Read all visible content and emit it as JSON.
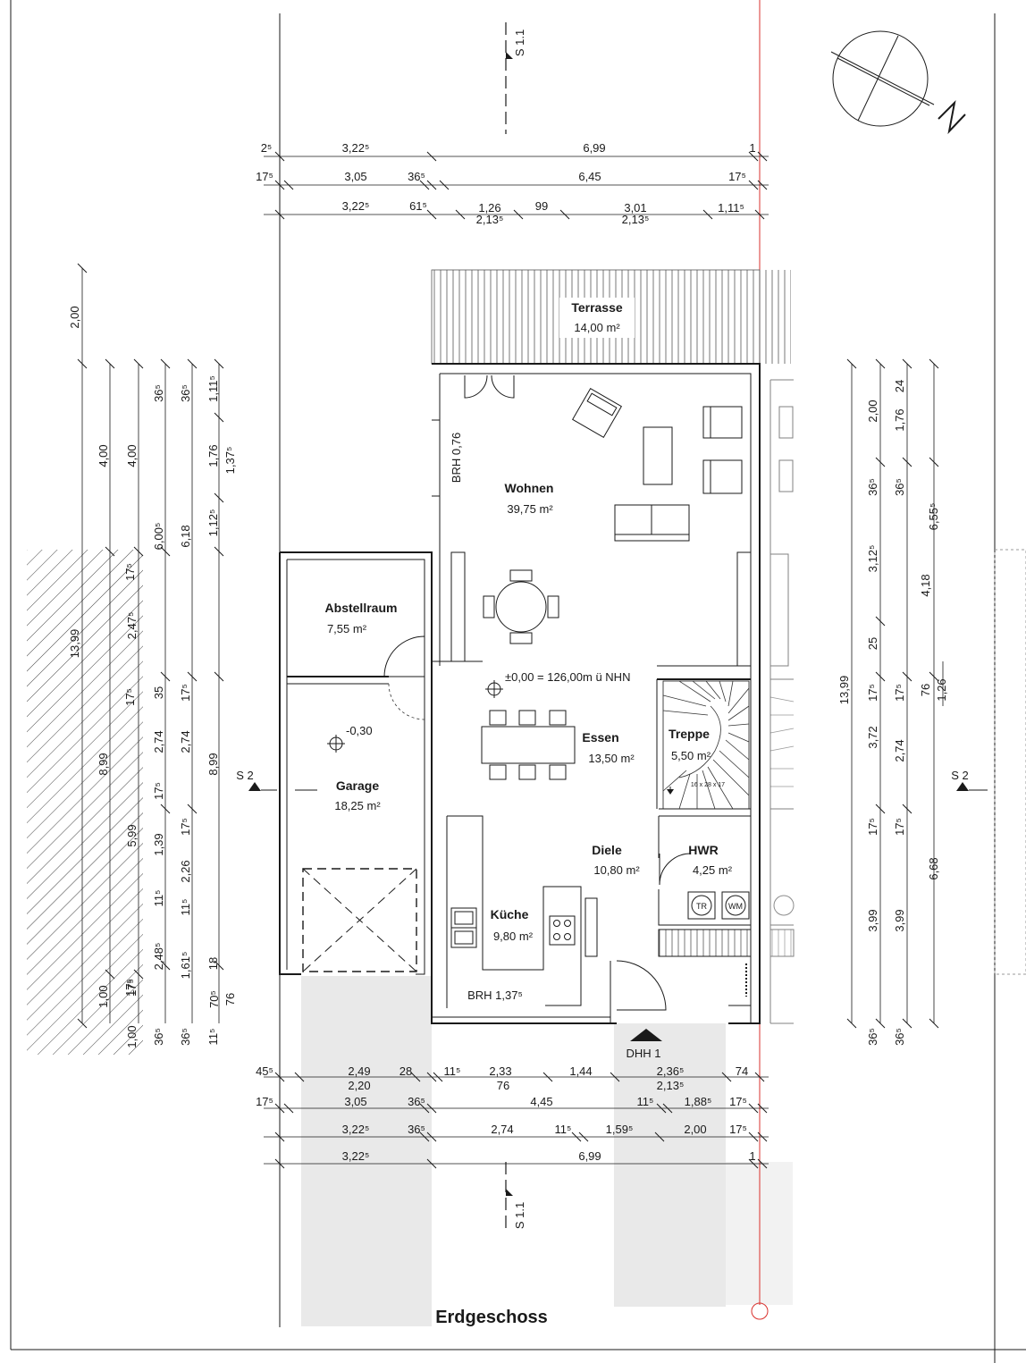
{
  "title": "Erdgeschoss",
  "rooms": {
    "terrasse": {
      "name": "Terrasse",
      "area": "14,00 m²"
    },
    "wohnen": {
      "name": "Wohnen",
      "area": "39,75 m²"
    },
    "abstellraum": {
      "name": "Abstellraum",
      "area": "7,55 m²"
    },
    "garage": {
      "name": "Garage",
      "area": "18,25 m²"
    },
    "essen": {
      "name": "Essen",
      "area": "13,50 m²"
    },
    "treppe": {
      "name": "Treppe",
      "area": "5,50 m²"
    },
    "diele": {
      "name": "Diele",
      "area": "10,80 m²"
    },
    "hwr": {
      "name": "HWR",
      "area": "4,25 m²"
    },
    "kueche": {
      "name": "Küche",
      "area": "9,80 m²"
    }
  },
  "annotations": {
    "level": "±0,00 = 126,00m ü NHN",
    "garage_level": "-0,30",
    "brh_wohnen": "BRH 0,76",
    "brh_kueche": "BRH 1,37⁵",
    "entrance": "DHH 1",
    "stair_spec": "16 x 28 x 17",
    "section_s11": "S 1.1",
    "section_s2": "S 2",
    "washer_tr": "TR",
    "washer_wm": "WM"
  },
  "dimensions": {
    "top_row1": [
      "2⁵",
      "3,22⁵",
      "6,99",
      "1"
    ],
    "top_row2": [
      "17⁵",
      "3,05",
      "36⁵",
      "6,45",
      "17⁵"
    ],
    "top_row3": [
      "3,22⁵",
      "61⁵",
      "1,26",
      "99",
      "3,01",
      "1,11⁵"
    ],
    "top_row3_sub": [
      "2,13⁵",
      "2,13⁵"
    ],
    "bottom_row1": [
      "45⁵",
      "2,49",
      "28",
      "11⁵",
      "2,33",
      "1,44",
      "2,36⁵",
      "74"
    ],
    "bottom_row1_sub": [
      "2,20",
      "76",
      "2,13⁵"
    ],
    "bottom_row2": [
      "17⁵",
      "3,05",
      "36⁵",
      "4,45",
      "11⁵",
      "1,88⁵",
      "17⁵"
    ],
    "bottom_row3": [
      "3,22⁵",
      "36⁵",
      "2,74",
      "11⁵",
      "1,59⁵",
      "2,00",
      "17⁵"
    ],
    "bottom_row4": [
      "3,22⁵",
      "6,99",
      "1"
    ],
    "left_col1": [
      "2,00",
      "13,99",
      "1,00"
    ],
    "left_col2": [
      "4,00",
      "8,99",
      "1,00"
    ],
    "left_col3": [
      "4,00",
      "5,99",
      "17⁵"
    ],
    "left_col4": [
      "36⁵",
      "6,00⁵",
      "17⁵",
      "2,47⁵",
      "17⁵",
      "2,74",
      "17⁵",
      "1,39",
      "11⁵",
      "2,48⁵",
      "17⁵",
      "36⁵"
    ],
    "left_col5": [
      "36⁵",
      "6,18",
      "35",
      "2,74",
      "17⁵",
      "2,26",
      "11⁵",
      "1,61⁵",
      "70⁵",
      "36⁵"
    ],
    "left_col6": [
      "1,11⁵",
      "1,76",
      "1,12⁵",
      "17⁵",
      "8,99",
      "18",
      "11⁵"
    ],
    "left_col7": [
      "1,37⁵",
      "76"
    ],
    "right_col1": [
      "13,99"
    ],
    "right_col2": [
      "2,00",
      "36⁵",
      "3,12⁵",
      "25",
      "17⁵",
      "3,72",
      "17⁵",
      "3,99",
      "36⁵"
    ],
    "right_col3": [
      "1,76",
      "36⁵",
      "4,18",
      "17⁵",
      "2,74",
      "17⁵",
      "3,99",
      "36⁵"
    ],
    "right_col4": [
      "24",
      "6,55⁵",
      "76",
      "6,68"
    ],
    "right_col5": [
      "1,26"
    ]
  },
  "colors": {
    "line": "#1a1a1a",
    "red_axis": "#d9302c",
    "shade": "#e9e9e9"
  }
}
